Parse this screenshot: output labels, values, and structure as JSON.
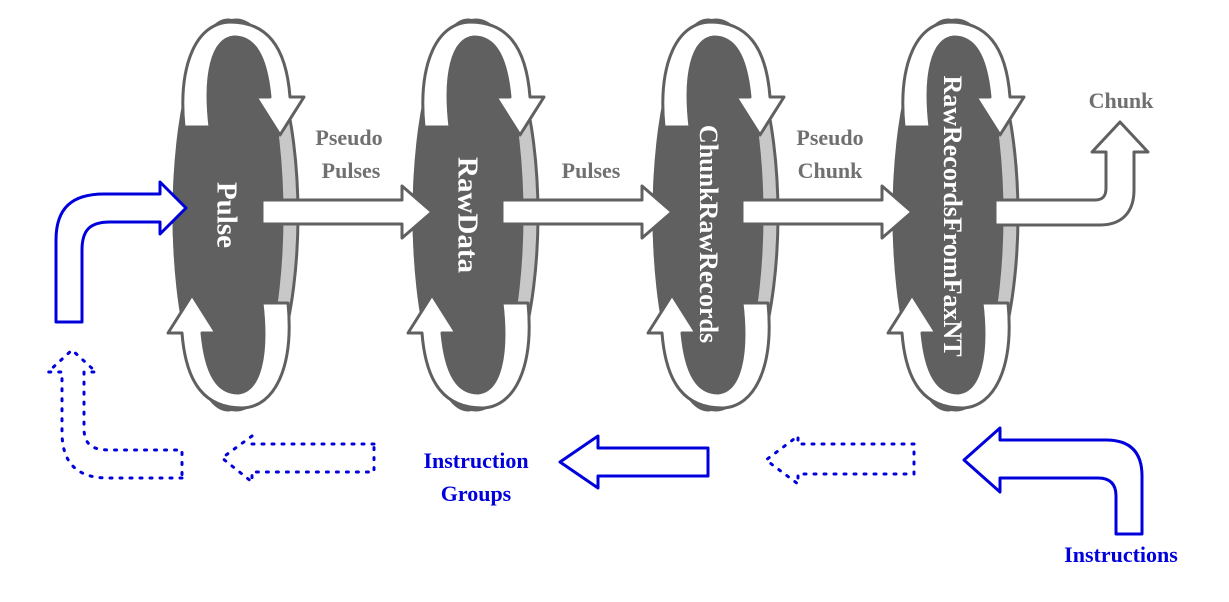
{
  "diagram": {
    "nodes": [
      {
        "id": "pulse",
        "label": "Pulse"
      },
      {
        "id": "rawdata",
        "label": "RawData"
      },
      {
        "id": "chunkrawrecords",
        "label": "ChunkRawRecords"
      },
      {
        "id": "rawrecordsfromfaxnt",
        "label": "RawRecordsFromFaxNT"
      }
    ],
    "edges": [
      {
        "from": "pulse",
        "to": "rawdata",
        "label_lines": [
          "Pseudo",
          "Pulses"
        ]
      },
      {
        "from": "rawdata",
        "to": "chunkrawrecords",
        "label_lines": [
          "Pulses"
        ]
      },
      {
        "from": "chunkrawrecords",
        "to": "rawrecordsfromfaxnt",
        "label_lines": [
          "Pseudo",
          "Chunk"
        ]
      }
    ],
    "output": {
      "from": "rawrecordsfromfaxnt",
      "label": "Chunk"
    },
    "instruction_groups": {
      "label_lines": [
        "Instruction",
        "Groups"
      ]
    },
    "instructions": {
      "label": "Instructions"
    },
    "colors": {
      "disk": "#606060",
      "disk_rim": "#c8c8c8",
      "outline": "#606060",
      "node_text": "#ffffff",
      "edge_text": "#707070",
      "blue": "#0000dd"
    }
  }
}
